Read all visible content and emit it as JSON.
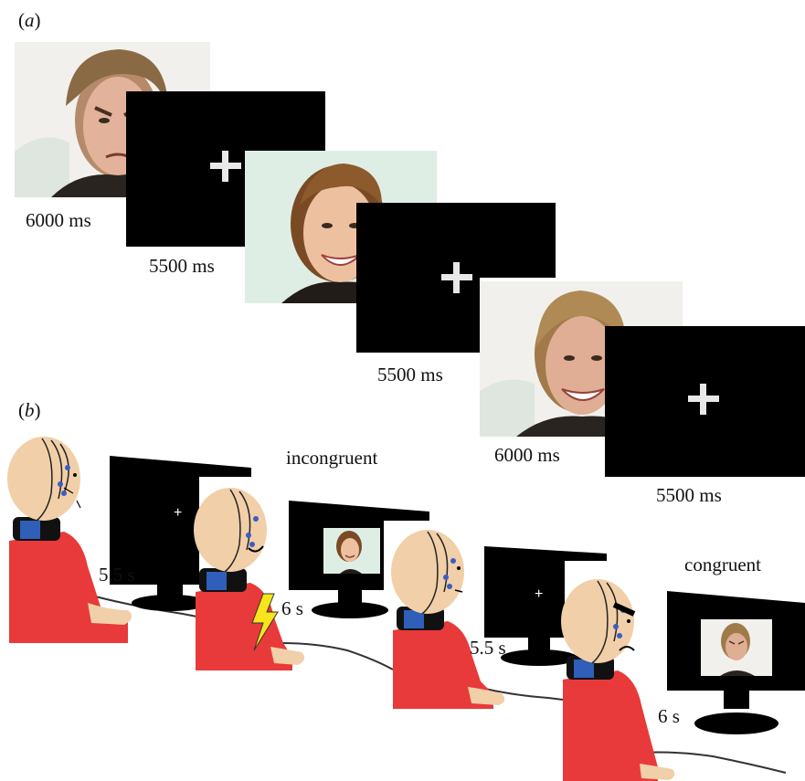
{
  "panel_a": {
    "label": "a",
    "durations": [
      "6000 ms",
      "5500 ms",
      "5500 ms",
      "6000 ms",
      "5500 ms"
    ]
  },
  "panel_b": {
    "label": "b",
    "condition_incongruent": "incongruent",
    "condition_congruent": "congruent",
    "times": [
      "5.5 s",
      "6 s",
      "5.5 s",
      "6 s"
    ]
  },
  "colors": {
    "skin": "#f1cfa8",
    "shirt": "#e83a3a",
    "electrode": "#3b5cc8",
    "collar": "#2f5fb8",
    "shock": "#f7e51b",
    "screen": "#000000"
  }
}
